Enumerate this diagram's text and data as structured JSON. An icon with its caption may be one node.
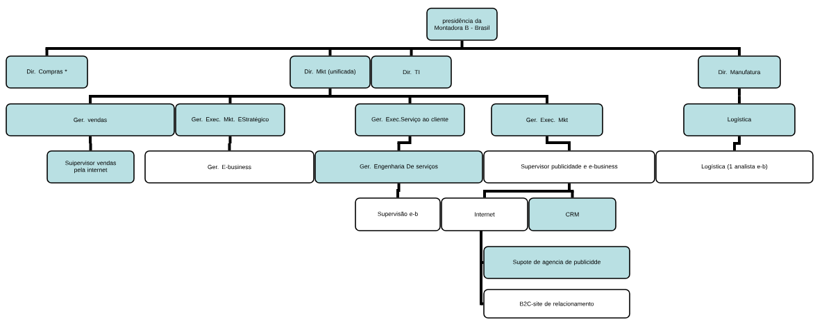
{
  "diagram": {
    "nodes": [
      {
        "text": [
          "presidência da Montadora B - Brasil"
        ]
      },
      {
        "text": [
          "Dir. Compras *"
        ]
      },
      {
        "text": [
          "Dir. Mkt (unificada)"
        ]
      },
      {
        "text": [
          "Dir. TI"
        ]
      },
      {
        "text": [
          "Dir. Manufatura"
        ]
      },
      {
        "text": [
          "Ger. vendas"
        ]
      },
      {
        "text": [
          "Ger. Exec. Mkt. EStratégico"
        ]
      },
      {
        "text": [
          "Ger. Exec.Serviço ao cliente"
        ]
      },
      {
        "text": [
          "Ger. Exec. Mkt"
        ]
      },
      {
        "text": [
          "Logística"
        ]
      },
      {
        "text": [
          "Suipervisor vendas pela internet"
        ]
      },
      {
        "text": [
          "Ger. E-business"
        ]
      },
      {
        "text": [
          "Ger. Engenharia De serviços"
        ]
      },
      {
        "text": [
          "Supervisor publicidade e e-business"
        ]
      },
      {
        "text": [
          "Logística (1 analista e-b)"
        ]
      },
      {
        "text": [
          "Supervisão e-b"
        ]
      },
      {
        "text": [
          "Internet"
        ]
      },
      {
        "text": [
          "CRM"
        ]
      },
      {
        "text": [
          "Supote de agencia de publicidde"
        ]
      },
      {
        "text": [
          "B2C-site de relacionamento"
        ]
      }
    ],
    "edges": [
      {
        "from": 0,
        "to": 1,
        "arrow": "none"
      },
      {
        "from": 0,
        "to": 2,
        "arrow": "none"
      },
      {
        "from": 0,
        "to": 3,
        "arrow": "none"
      },
      {
        "from": 0,
        "to": 4,
        "arrow": "none"
      },
      {
        "from": 2,
        "to": 5,
        "arrow": "none"
      },
      {
        "from": 2,
        "to": 6,
        "arrow": "none"
      },
      {
        "from": 2,
        "to": 7,
        "arrow": "none"
      },
      {
        "from": 2,
        "to": 8,
        "arrow": "none"
      },
      {
        "from": 4,
        "to": 9,
        "arrow": "none"
      },
      {
        "from": 5,
        "to": 10,
        "arrow": "none"
      },
      {
        "from": 6,
        "to": 11,
        "arrow": "none"
      },
      {
        "from": 7,
        "to": 12,
        "arrow": "none"
      },
      {
        "from": 8,
        "to": 13,
        "arrow": "none"
      },
      {
        "from": 9,
        "to": 14,
        "arrow": "none"
      },
      {
        "from": 12,
        "to": 15,
        "arrow": "none"
      },
      {
        "from": 13,
        "to": 16,
        "arrow": "none"
      },
      {
        "from": 13,
        "to": 17,
        "arrow": "none"
      },
      {
        "from": 16,
        "to": 18,
        "arrow": "none"
      },
      {
        "from": 16,
        "to": 19,
        "arrow": "none"
      }
    ]
  }
}
